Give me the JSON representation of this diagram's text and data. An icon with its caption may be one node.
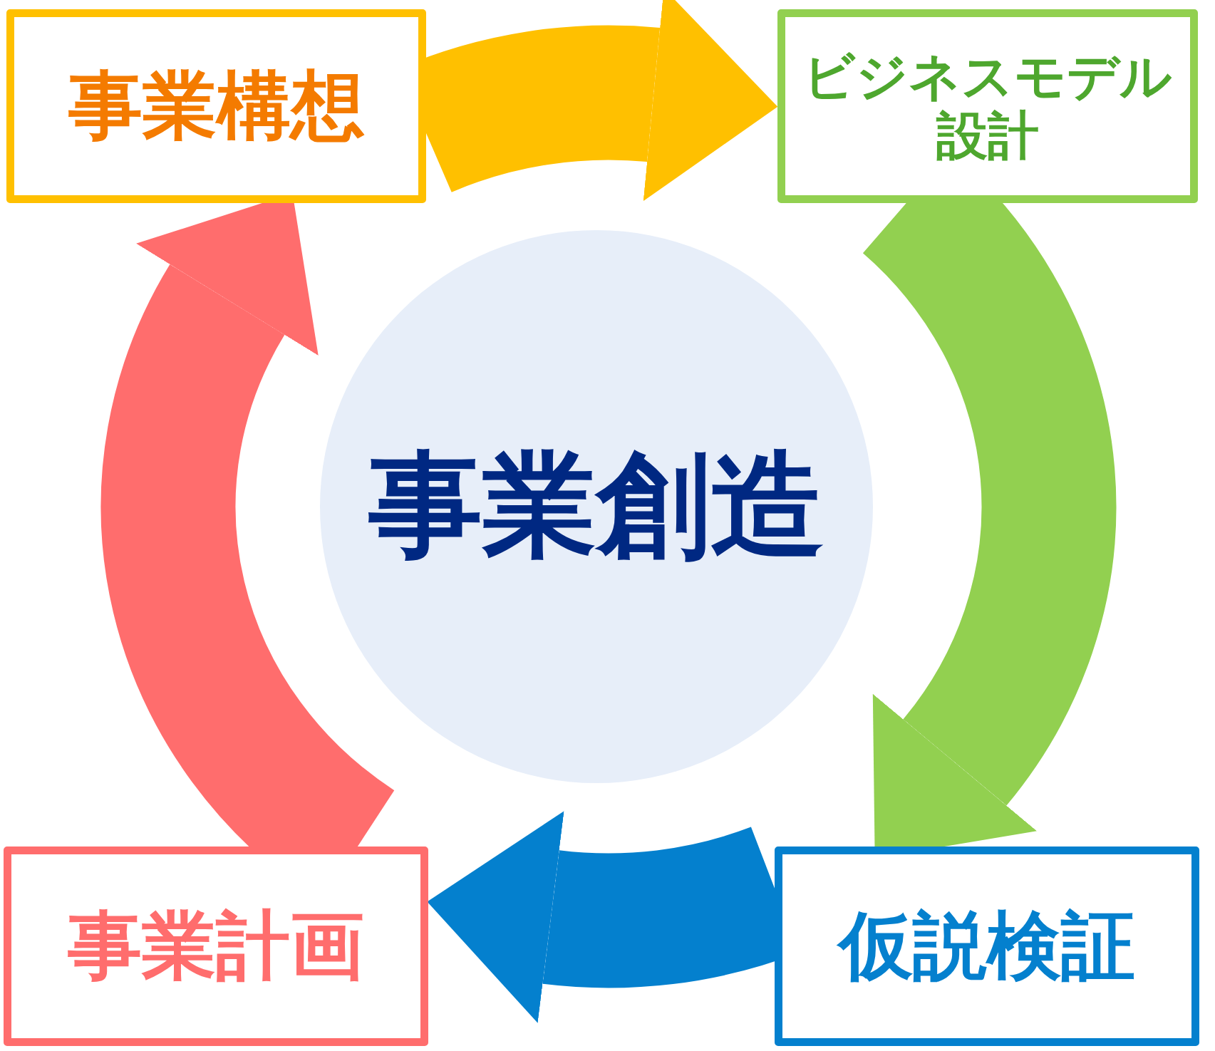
{
  "diagram": {
    "nodes": [
      {
        "text": [
          "事業構想"
        ]
      },
      {
        "text": [
          "ビジネスモデル設計"
        ]
      },
      {
        "text": [
          "仮説検証"
        ]
      },
      {
        "text": [
          "事業計画"
        ]
      },
      {
        "text": [
          "事業創造"
        ]
      }
    ],
    "edges": [
      {
        "from": 0,
        "to": 1,
        "arrow": "to",
        "color": "#ffc000"
      },
      {
        "from": 1,
        "to": 2,
        "arrow": "to",
        "color": "#92d050"
      },
      {
        "from": 2,
        "to": 3,
        "arrow": "to",
        "color": "#0480ce"
      },
      {
        "from": 3,
        "to": 0,
        "arrow": "to",
        "color": "#ff6d6d"
      }
    ]
  }
}
